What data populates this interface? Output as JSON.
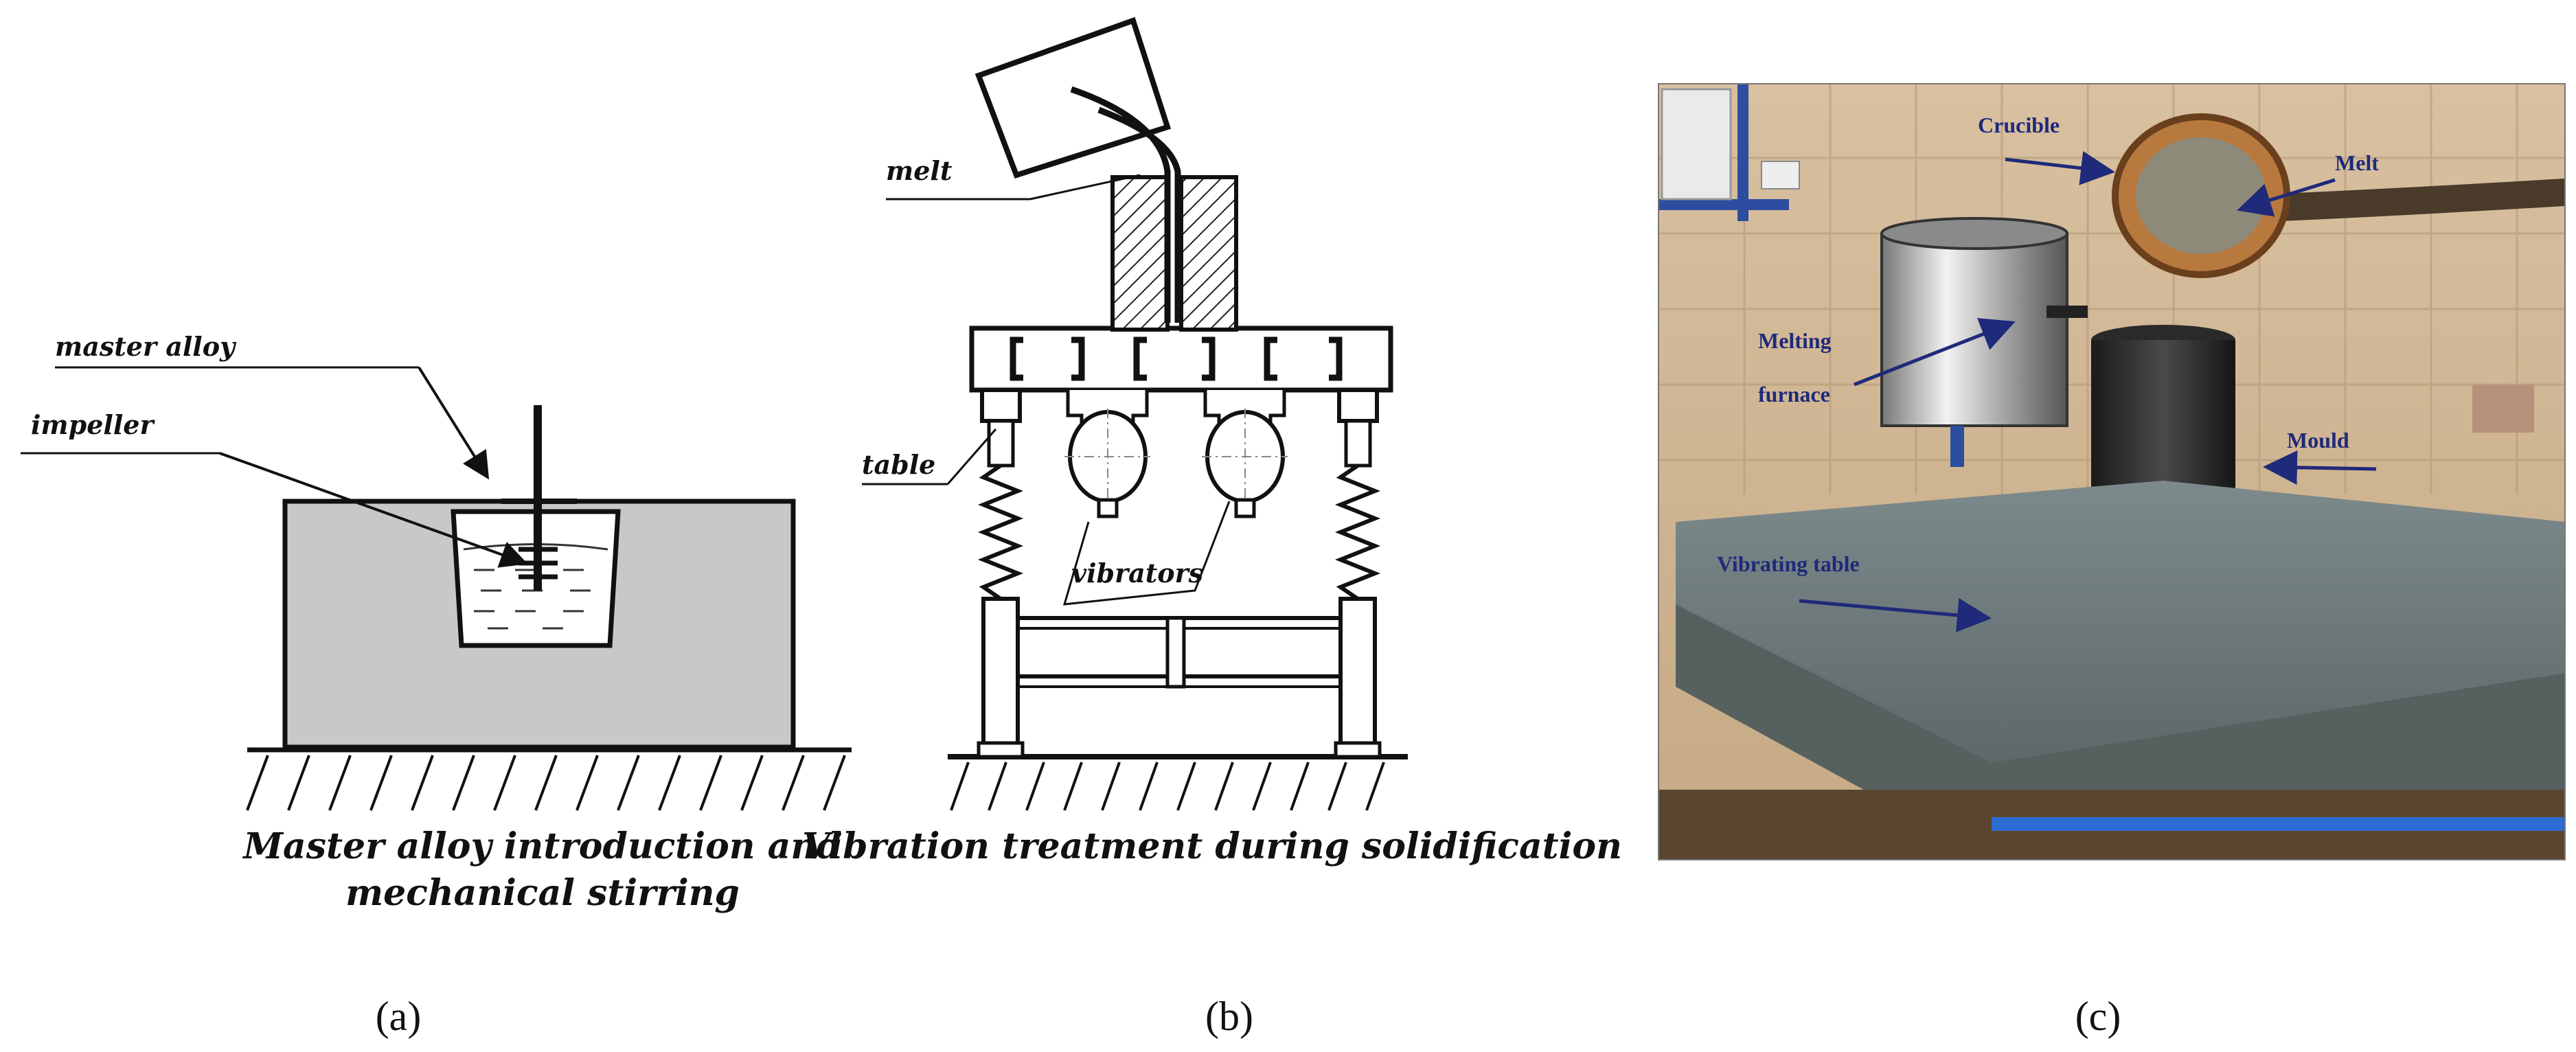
{
  "panel_a": {
    "label_master_alloy": "master alloy",
    "label_impeller": "impeller",
    "caption_line1": "Master alloy introduction and",
    "caption_line2": "mechanical stirring",
    "panel_letter": "(a)"
  },
  "panel_b": {
    "label_melt": "melt",
    "label_table": "table",
    "label_vibrators": "vibrators",
    "caption": "Vibration treatment during solidification",
    "panel_letter": "(b)"
  },
  "panel_c": {
    "label_crucible": "Crucible",
    "label_melt": "Melt",
    "label_melting_furnace_line1": "Melting",
    "label_melting_furnace_line2": "furnace",
    "label_mould": "Mould",
    "label_vibrating_table": "Vibrating table",
    "panel_letter": "(c)"
  },
  "colors": {
    "arrow": "#1f2a7a",
    "panel_a_box": "#c8c8c8"
  }
}
